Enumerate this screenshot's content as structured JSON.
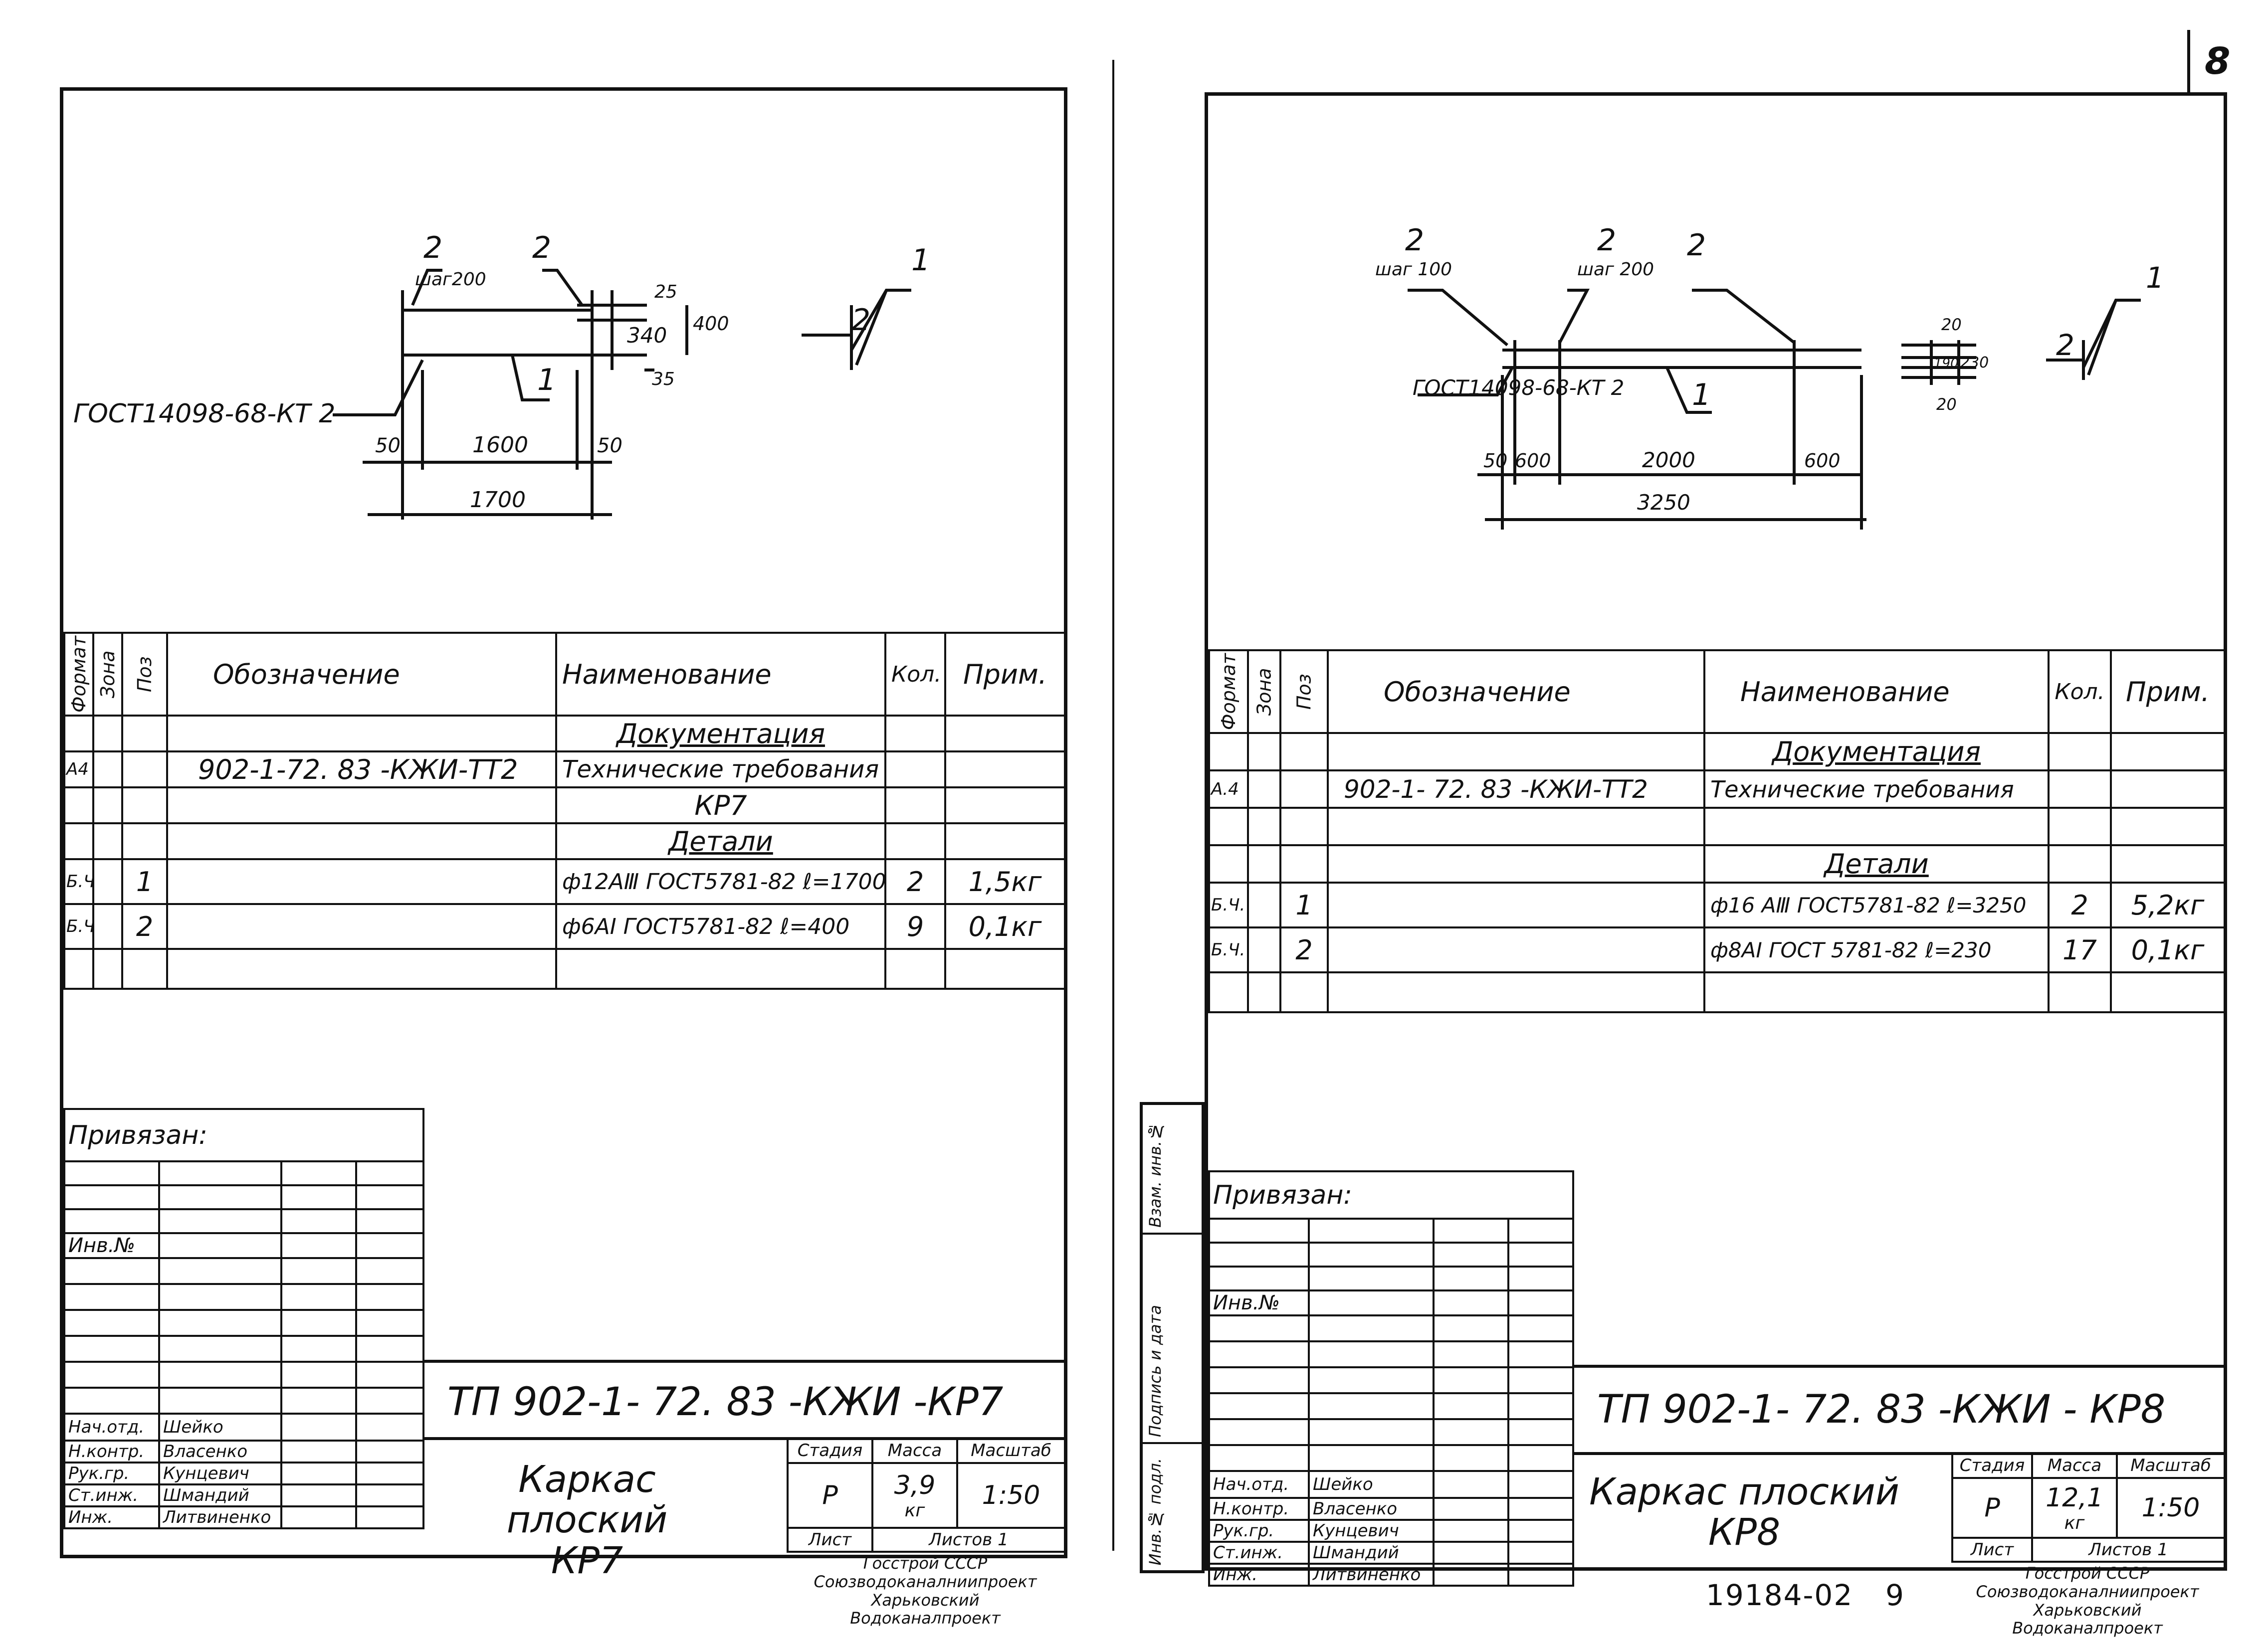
{
  "page_number": "8",
  "archive_number": "19184-02",
  "archive_sheet": "9",
  "left": {
    "drawing": {
      "gost_label": "ГОСТ14098-68-КТ 2",
      "pos_1": "1",
      "pos_2": "2",
      "step_label": "шаг200",
      "pos_2b": "2",
      "pos_1b": "1",
      "pos_2c": "2",
      "pos_1c": "1",
      "dim_50a": "50",
      "dim_1600": "1600",
      "dim_50b": "50",
      "dim_1700": "1700",
      "dim_25": "25",
      "dim_340": "340",
      "dim_35": "35",
      "dim_400": "400"
    },
    "spec": {
      "headers": {
        "format": "Формат",
        "zone": "Зона",
        "pos": "Поз",
        "designation": "Обозначение",
        "name": "Наименование",
        "qty": "Кол.",
        "note": "Прим."
      },
      "section_docs": "Документация",
      "doc_format": "А4",
      "doc_designation": "902-1-72. 83 -КЖИ-ТТ2",
      "doc_name": "Технические требования",
      "doc_name2": "КР7",
      "section_parts": "Детали",
      "rows": [
        {
          "format": "Б.Ч.",
          "pos": "1",
          "name": "ф12АⅢ ГОСТ5781-82 ℓ=1700",
          "qty": "2",
          "note": "1,5кг"
        },
        {
          "format": "Б.Ч.",
          "pos": "2",
          "name": "ф6АⅠ ГОСТ5781-82 ℓ=400",
          "qty": "9",
          "note": "0,1кг"
        }
      ]
    },
    "bound": "Привязан:",
    "inv": "Инв.№",
    "code": "ТП 902-1- 72. 83   -КЖИ -КР7",
    "title_line1": "Каркас плоский",
    "title_line2": "КР7",
    "stage_label": "Стадия",
    "mass_label": "Масса",
    "scale_label": "Масштаб",
    "stage": "Р",
    "mass": "3,9",
    "mass_unit": "кг",
    "scale": "1:50",
    "sheet_label": "Лист",
    "sheets_label": "Листов 1",
    "org_lines": [
      "Госстрой СССР",
      "Союзводоканалниипроект",
      "Харьковский",
      "Водоканалпроект"
    ],
    "staff": [
      {
        "role": "Нач.отд.",
        "name": "Шейко"
      },
      {
        "role": "Н.контр.",
        "name": "Власенко"
      },
      {
        "role": "Рук.гр.",
        "name": "Кунцевич"
      },
      {
        "role": "Ст.инж.",
        "name": "Шмандий"
      },
      {
        "role": "Инж.",
        "name": "Литвиненко"
      }
    ]
  },
  "right": {
    "drawing": {
      "gost_label": "ГОСТ14098-68-КТ 2",
      "pos_2a": "2",
      "step_100": "шаг 100",
      "pos_2b": "2",
      "step_200": "шаг 200",
      "pos_2c": "2",
      "pos_1": "1",
      "pos_2d": "2",
      "pos_1b": "1",
      "dim_50": "50",
      "dim_600a": "600",
      "dim_2000": "2000",
      "dim_600b": "600",
      "dim_3250": "3250",
      "dim_20a": "20",
      "dim_190": "190",
      "dim_230": "230",
      "dim_20b": "20"
    },
    "spec": {
      "headers": {
        "format": "Формат",
        "zone": "Зона",
        "pos": "Поз",
        "designation": "Обозначение",
        "name": "Наименование",
        "qty": "Кол.",
        "note": "Прим."
      },
      "section_docs": "Документация",
      "doc_format": "А.4",
      "doc_designation": "902-1- 72. 83    -КЖИ-ТТ2",
      "doc_name": "Технические требования",
      "section_parts": "Детали",
      "rows": [
        {
          "format": "Б.Ч.",
          "pos": "1",
          "name": "ф16 АⅢ ГОСТ5781-82 ℓ=3250",
          "qty": "2",
          "note": "5,2кг"
        },
        {
          "format": "Б.Ч.",
          "pos": "2",
          "name": "ф8АⅠ ГОСТ 5781-82 ℓ=230",
          "qty": "17",
          "note": "0,1кг"
        }
      ]
    },
    "bound": "Привязан:",
    "inv": "Инв.№",
    "code": "ТП 902-1- 72. 83   -КЖИ - КР8",
    "title_line1": "Каркас плоский",
    "title_line2": "КР8",
    "stage_label": "Стадия",
    "mass_label": "Масса",
    "scale_label": "Масштаб",
    "stage": "Р",
    "mass": "12,1",
    "mass_unit": "кг",
    "scale": "1:50",
    "sheet_label": "Лист",
    "sheets_label": "Листов 1",
    "org_lines": [
      "Госстрой СССР",
      "Союзводоканалниипроект",
      "Харьковский",
      "Водоканалпроект"
    ],
    "staff": [
      {
        "role": "Нач.отд.",
        "name": "Шейко"
      },
      {
        "role": "Н.контр.",
        "name": "Власенко"
      },
      {
        "role": "Рук.гр.",
        "name": "Кунцевич"
      },
      {
        "role": "Ст.инж.",
        "name": "Шмандий"
      },
      {
        "role": "Инж.",
        "name": "Литвиненко"
      }
    ]
  },
  "sidebar": {
    "inv_orig": "Инв.№ подл.",
    "sign_date": "Подпись и дата",
    "inv_repl": "Взам. инв.№"
  }
}
